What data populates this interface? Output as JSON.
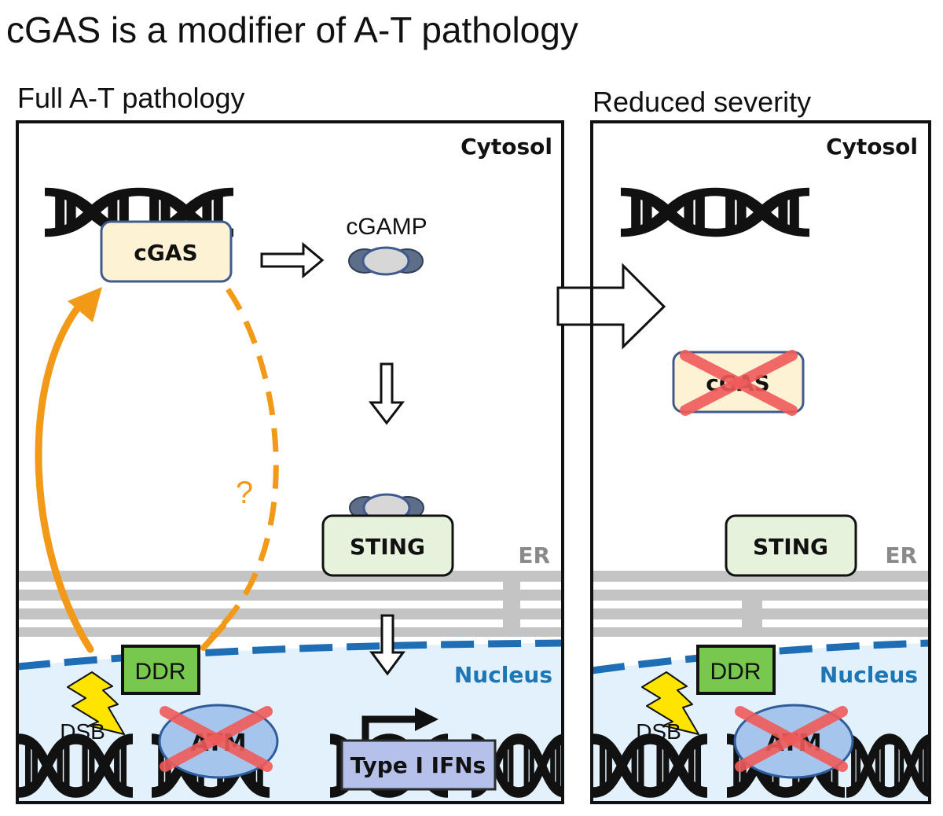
{
  "title": "cGAS is a modifier of A-T pathology",
  "colors": {
    "orange": "#f29a18",
    "cgas_fill": "#fdf2d3",
    "sting_fill": "#e6f2dc",
    "ddr_fill": "#78c850",
    "ifn_fill": "#b5c1e8",
    "atm_fill": "#a5c5ec",
    "nucleus_fill": "#e2f1fb",
    "nucleus_text": "#1d77b4",
    "er_gray": "#c4c4c4",
    "red_cross": "#f05a5a",
    "cgamp_dark": "#5e6e88",
    "cgamp_light": "#d7d7d7",
    "lightning": "#ffe400"
  },
  "left_panel": {
    "heading": "Full A-T pathology",
    "cytosol": "Cytosol",
    "cgas": "cGAS",
    "cgamp": "cGAMP",
    "sting": "STING",
    "er": "ER",
    "nucleus": "Nucleus",
    "ddr": "DDR",
    "dsb": "DSB",
    "atm": "ATM",
    "ifn": "Type I IFNs",
    "question": "?"
  },
  "right_panel": {
    "heading": "Reduced severity",
    "cytosol": "Cytosol",
    "cgas": "cGAS",
    "sting": "STING",
    "er": "ER",
    "nucleus": "Nucleus",
    "ddr": "DDR",
    "dsb": "DSB",
    "atm": "ATM"
  }
}
